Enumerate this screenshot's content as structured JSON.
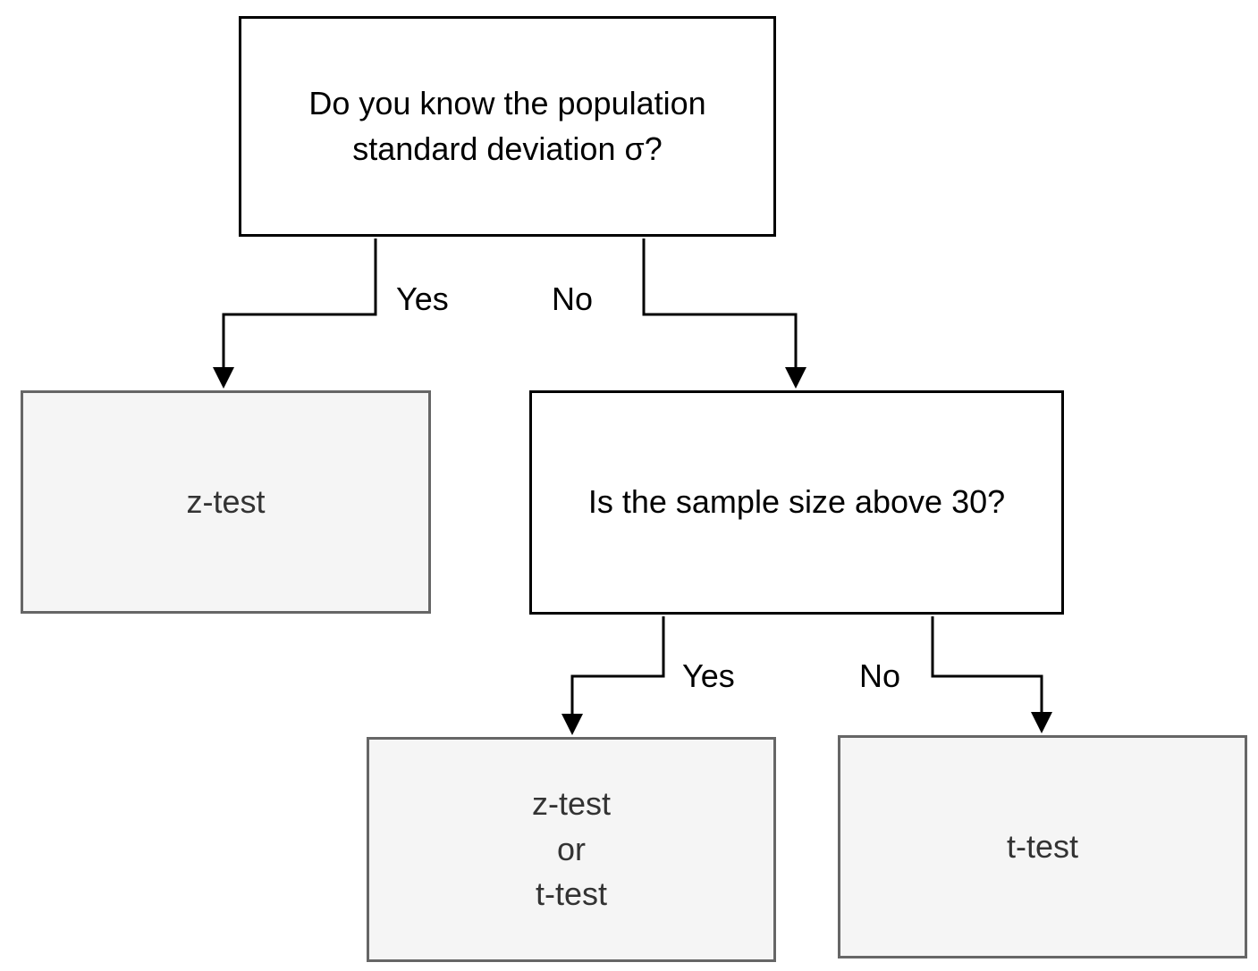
{
  "colors": {
    "decision_fill": "#ffffff",
    "decision_stroke": "#000000",
    "decision_text": "#000000",
    "result_fill": "#f5f5f5",
    "result_stroke": "#666666",
    "result_text": "#333333",
    "line": "#000000",
    "label_text": "#000000"
  },
  "nodes": {
    "q1": {
      "label": "Do you know the population standard deviation σ?",
      "type": "decision"
    },
    "z": {
      "label": "z-test",
      "type": "result"
    },
    "q2": {
      "label": "Is the sample size above 30?",
      "type": "decision"
    },
    "zt": {
      "label": "z-test\nor\nt-test",
      "type": "result"
    },
    "t": {
      "label": "t-test",
      "type": "result"
    }
  },
  "edges": {
    "q1_yes": {
      "label": "Yes",
      "from": "q1",
      "to": "z"
    },
    "q1_no": {
      "label": "No",
      "from": "q1",
      "to": "q2"
    },
    "q2_yes": {
      "label": "Yes",
      "from": "q2",
      "to": "zt"
    },
    "q2_no": {
      "label": "No",
      "from": "q2",
      "to": "t"
    }
  }
}
